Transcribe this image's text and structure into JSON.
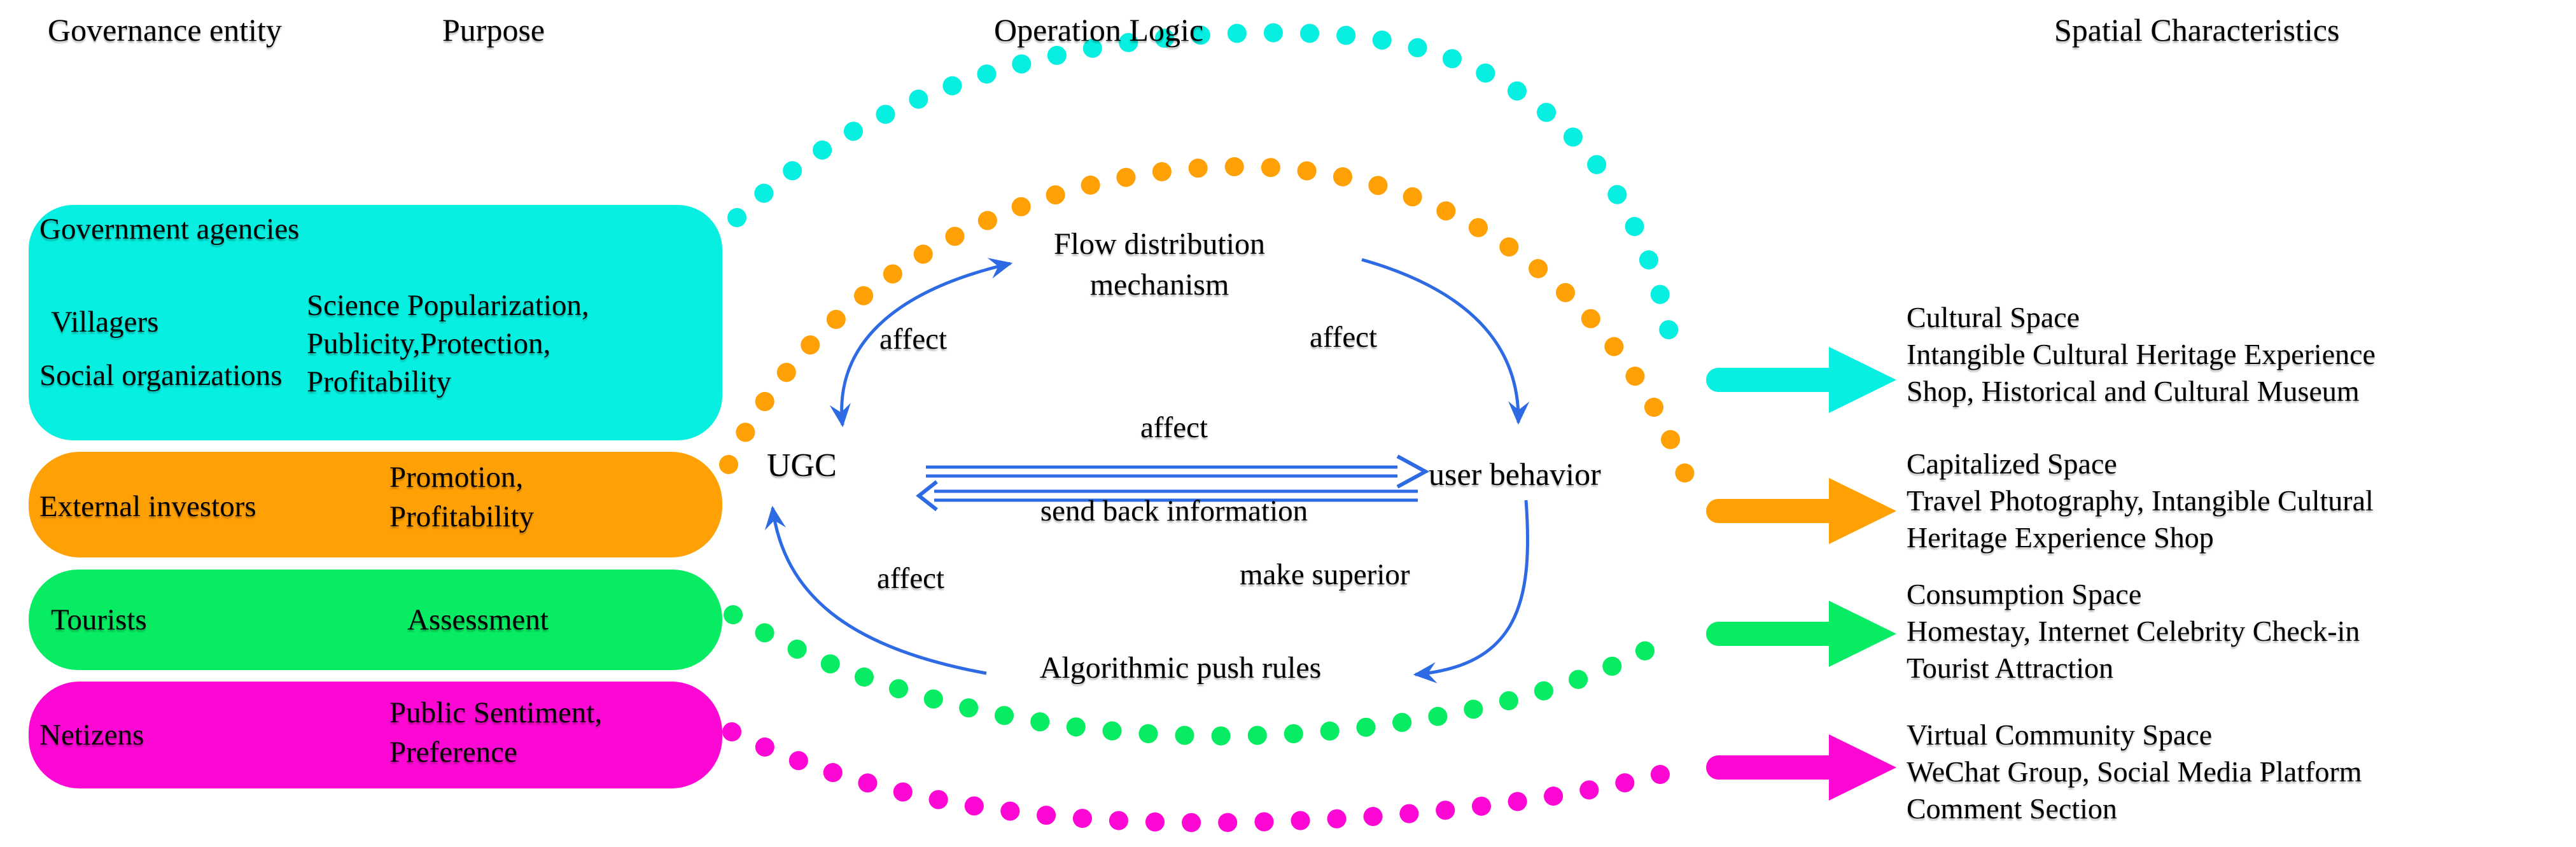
{
  "headers": {
    "governance_entity": "Governance entity",
    "purpose": "Purpose",
    "operation_logic": "Operation Logic",
    "spatial_characteristics": "Spatial Characteristics"
  },
  "colors": {
    "cyan": "#06efe0",
    "orange": "#ffa005",
    "green": "#07ec63",
    "magenta": "#fd07d4",
    "blue": "#2d6ae3"
  },
  "rows": [
    {
      "entity_lines": [
        "Government agencies",
        "Villagers",
        "Social organizations"
      ],
      "purpose_lines": [
        "Science Popularization,",
        "Publicity,Protection,",
        "Profitability"
      ],
      "space_title": "Cultural Space",
      "space_lines": [
        "Intangible Cultural Heritage Experience",
        "Shop, Historical and Cultural Museum"
      ]
    },
    {
      "entity_lines": [
        "External investors"
      ],
      "purpose_lines": [
        "Promotion,",
        "Profitability"
      ],
      "space_title": "Capitalized Space",
      "space_lines": [
        "Travel Photography, Intangible Cultural",
        "Heritage Experience Shop"
      ]
    },
    {
      "entity_lines": [
        "Tourists"
      ],
      "purpose_lines": [
        "Assessment"
      ],
      "space_title": "Consumption Space",
      "space_lines": [
        "Homestay, Internet Celebrity Check-in",
        "Tourist Attraction"
      ]
    },
    {
      "entity_lines": [
        "Netizens"
      ],
      "purpose_lines": [
        "Public Sentiment,",
        "Preference"
      ],
      "space_title": "Virtual Community Space",
      "space_lines": [
        "WeChat Group, Social Media Platform",
        "Comment Section"
      ]
    }
  ],
  "operation": {
    "flow_line1": "Flow distribution",
    "flow_line2": "mechanism",
    "ugc": "UGC",
    "user_behavior": "user behavior",
    "affect_upper_left": "affect",
    "affect_upper_right": "affect",
    "affect_center": "affect",
    "send_back": "send back information",
    "affect_lower_left": "affect",
    "make_superior": "make superior",
    "algorithmic_push_rules": "Algorithmic push rules"
  }
}
